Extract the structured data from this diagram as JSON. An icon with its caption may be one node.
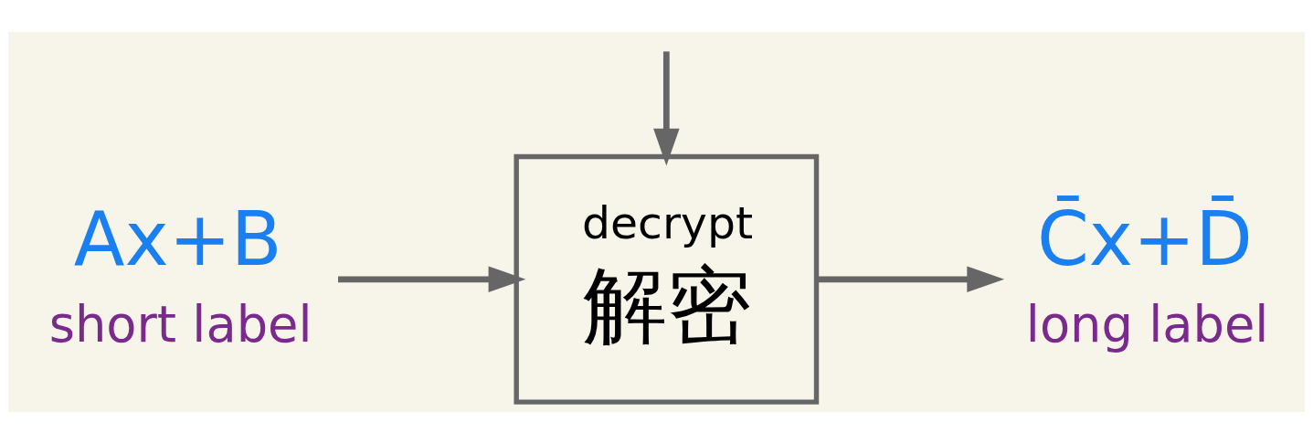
{
  "diagram": {
    "nodes": [
      {
        "text": [
          "Ax+B"
        ],
        "beside": [
          "short label"
        ]
      },
      {
        "text": [
          "decrypt",
          "解密"
        ]
      },
      {
        "text": [
          "C̄x+D̄"
        ],
        "beside": [
          "long label"
        ]
      }
    ],
    "edges": [
      {
        "from": null,
        "to": 1,
        "arrow": "to"
      },
      {
        "from": 0,
        "to": 1,
        "arrow": "to"
      },
      {
        "from": 1,
        "to": 2,
        "arrow": "to"
      }
    ]
  }
}
